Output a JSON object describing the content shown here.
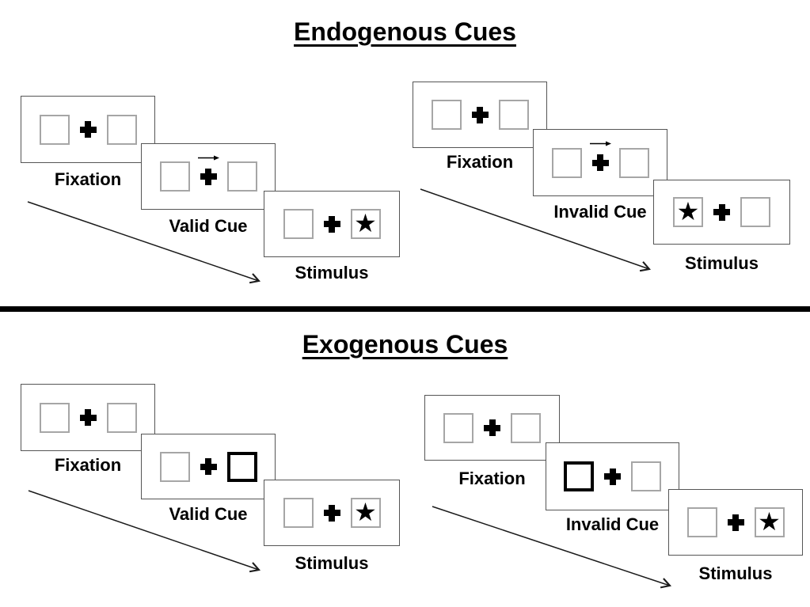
{
  "figure": {
    "type": "attention-cueing-paradigm-diagram",
    "colors": {
      "ink": "#000000",
      "card_border": "#555555",
      "square_border": "#a6a6a6",
      "background": "#ffffff"
    }
  },
  "icons": {
    "star": "★"
  },
  "sections": [
    {
      "id": "endogenous",
      "title": "Endogenous Cues",
      "panels": [
        {
          "id": "endogenous-valid",
          "cue_type": "central-arrow-right",
          "star_side": "right",
          "cards": [
            {
              "label": "Fixation"
            },
            {
              "label": "Valid Cue"
            },
            {
              "label": "Stimulus"
            }
          ]
        },
        {
          "id": "endogenous-invalid",
          "cue_type": "central-arrow-right",
          "star_side": "left",
          "cards": [
            {
              "label": "Fixation"
            },
            {
              "label": "Invalid Cue"
            },
            {
              "label": "Stimulus"
            }
          ]
        }
      ]
    },
    {
      "id": "exogenous",
      "title": "Exogenous Cues",
      "panels": [
        {
          "id": "exogenous-valid",
          "cue_type": "peripheral-bold-box-right",
          "star_side": "right",
          "cards": [
            {
              "label": "Fixation"
            },
            {
              "label": "Valid Cue"
            },
            {
              "label": "Stimulus"
            }
          ]
        },
        {
          "id": "exogenous-invalid",
          "cue_type": "peripheral-bold-box-left",
          "star_side": "right",
          "cards": [
            {
              "label": "Fixation"
            },
            {
              "label": "Invalid Cue"
            },
            {
              "label": "Stimulus"
            }
          ]
        }
      ]
    }
  ]
}
